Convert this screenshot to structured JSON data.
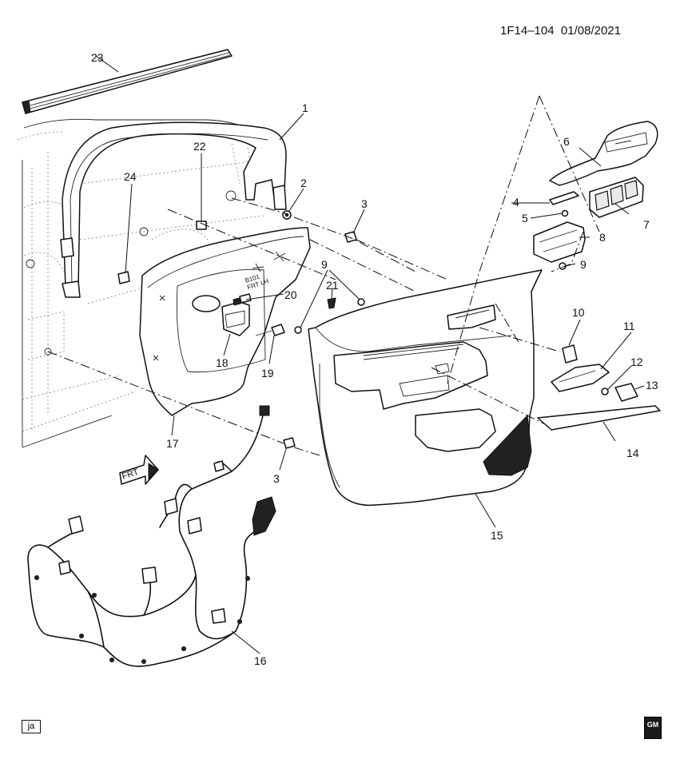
{
  "header": {
    "code": "1F14–104",
    "date": "01/08/2021"
  },
  "callouts": [
    {
      "id": "c1",
      "label": "1"
    },
    {
      "id": "c2",
      "label": "2"
    },
    {
      "id": "c3a",
      "label": "3"
    },
    {
      "id": "c3b",
      "label": "3"
    },
    {
      "id": "c4",
      "label": "4"
    },
    {
      "id": "c5",
      "label": "5"
    },
    {
      "id": "c6",
      "label": "6"
    },
    {
      "id": "c7",
      "label": "7"
    },
    {
      "id": "c8",
      "label": "8"
    },
    {
      "id": "c9a",
      "label": "9"
    },
    {
      "id": "c9b",
      "label": "9"
    },
    {
      "id": "c10",
      "label": "10"
    },
    {
      "id": "c11",
      "label": "11"
    },
    {
      "id": "c12",
      "label": "12"
    },
    {
      "id": "c13",
      "label": "13"
    },
    {
      "id": "c14",
      "label": "14"
    },
    {
      "id": "c15",
      "label": "15"
    },
    {
      "id": "c16",
      "label": "16"
    },
    {
      "id": "c17",
      "label": "17"
    },
    {
      "id": "c18",
      "label": "18"
    },
    {
      "id": "c19",
      "label": "19"
    },
    {
      "id": "c20",
      "label": "20"
    },
    {
      "id": "c21",
      "label": "21"
    },
    {
      "id": "c22",
      "label": "22"
    },
    {
      "id": "c23",
      "label": "23"
    },
    {
      "id": "c24",
      "label": "24"
    }
  ],
  "direction_arrow": {
    "label": "FRT"
  },
  "panel_marking": {
    "line1": "B101",
    "line2": "FRT LH"
  },
  "footer": {
    "badge": "ja",
    "logo": "GM"
  }
}
